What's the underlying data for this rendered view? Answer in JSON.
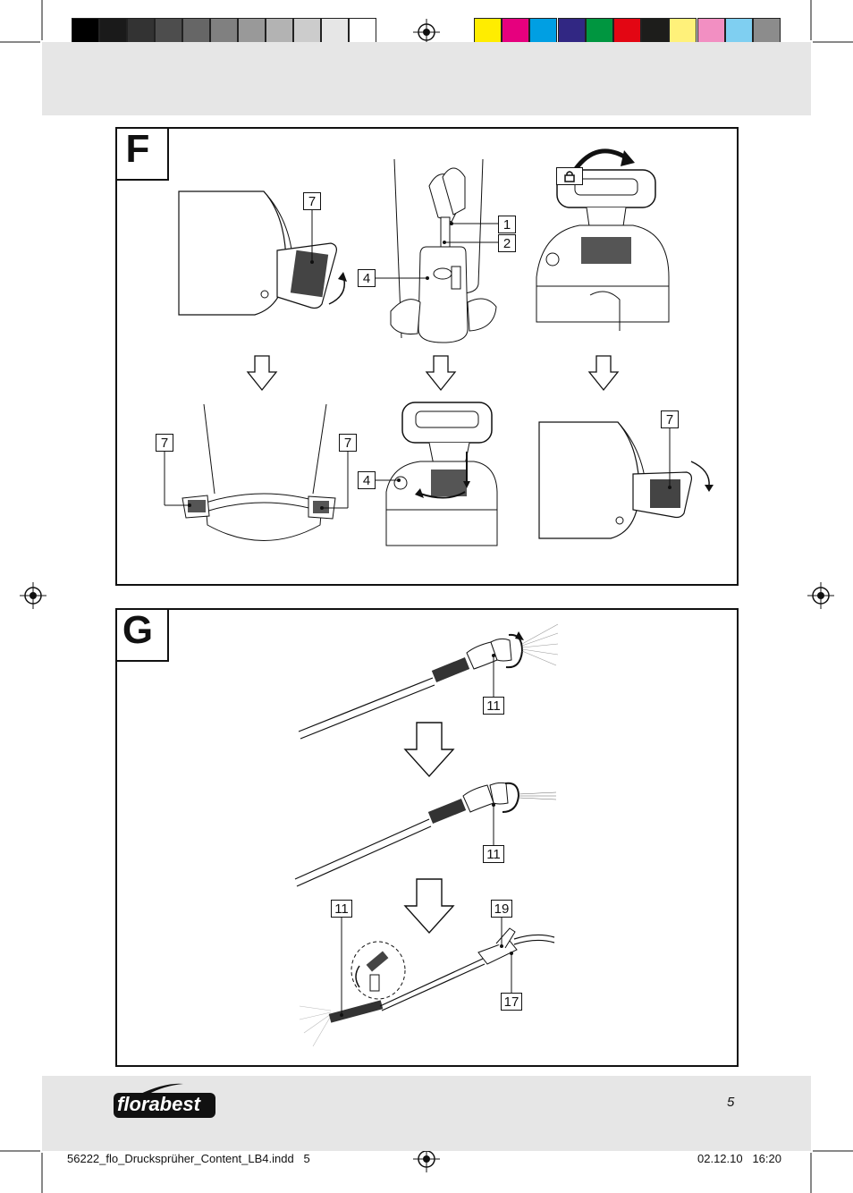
{
  "color_bar": {
    "greys": [
      "#000000",
      "#1a1a1a",
      "#333333",
      "#4d4d4d",
      "#666666",
      "#808080",
      "#999999",
      "#b3b3b3",
      "#cccccc",
      "#e6e6e6",
      "#ffffff"
    ],
    "colors": [
      "#ffed00",
      "#e6007e",
      "#009fe3",
      "#312783",
      "#009640",
      "#e30613",
      "#1d1d1b",
      "#fff17a",
      "#f28fc2",
      "#7fcff1",
      "#8c8c8c"
    ]
  },
  "panels": {
    "f": {
      "letter": "F",
      "callouts": [
        "7",
        "1",
        "2",
        "4",
        "7",
        "7",
        "4",
        "7"
      ]
    },
    "g": {
      "letter": "G",
      "callouts": [
        "11",
        "11",
        "11",
        "19",
        "17"
      ]
    }
  },
  "footer": {
    "brand": "florabest",
    "page_number": "5",
    "file_name": "56222_flo_Drucksprüher_Content_LB4.indd   5",
    "date_time": "02.12.10   16:20"
  }
}
